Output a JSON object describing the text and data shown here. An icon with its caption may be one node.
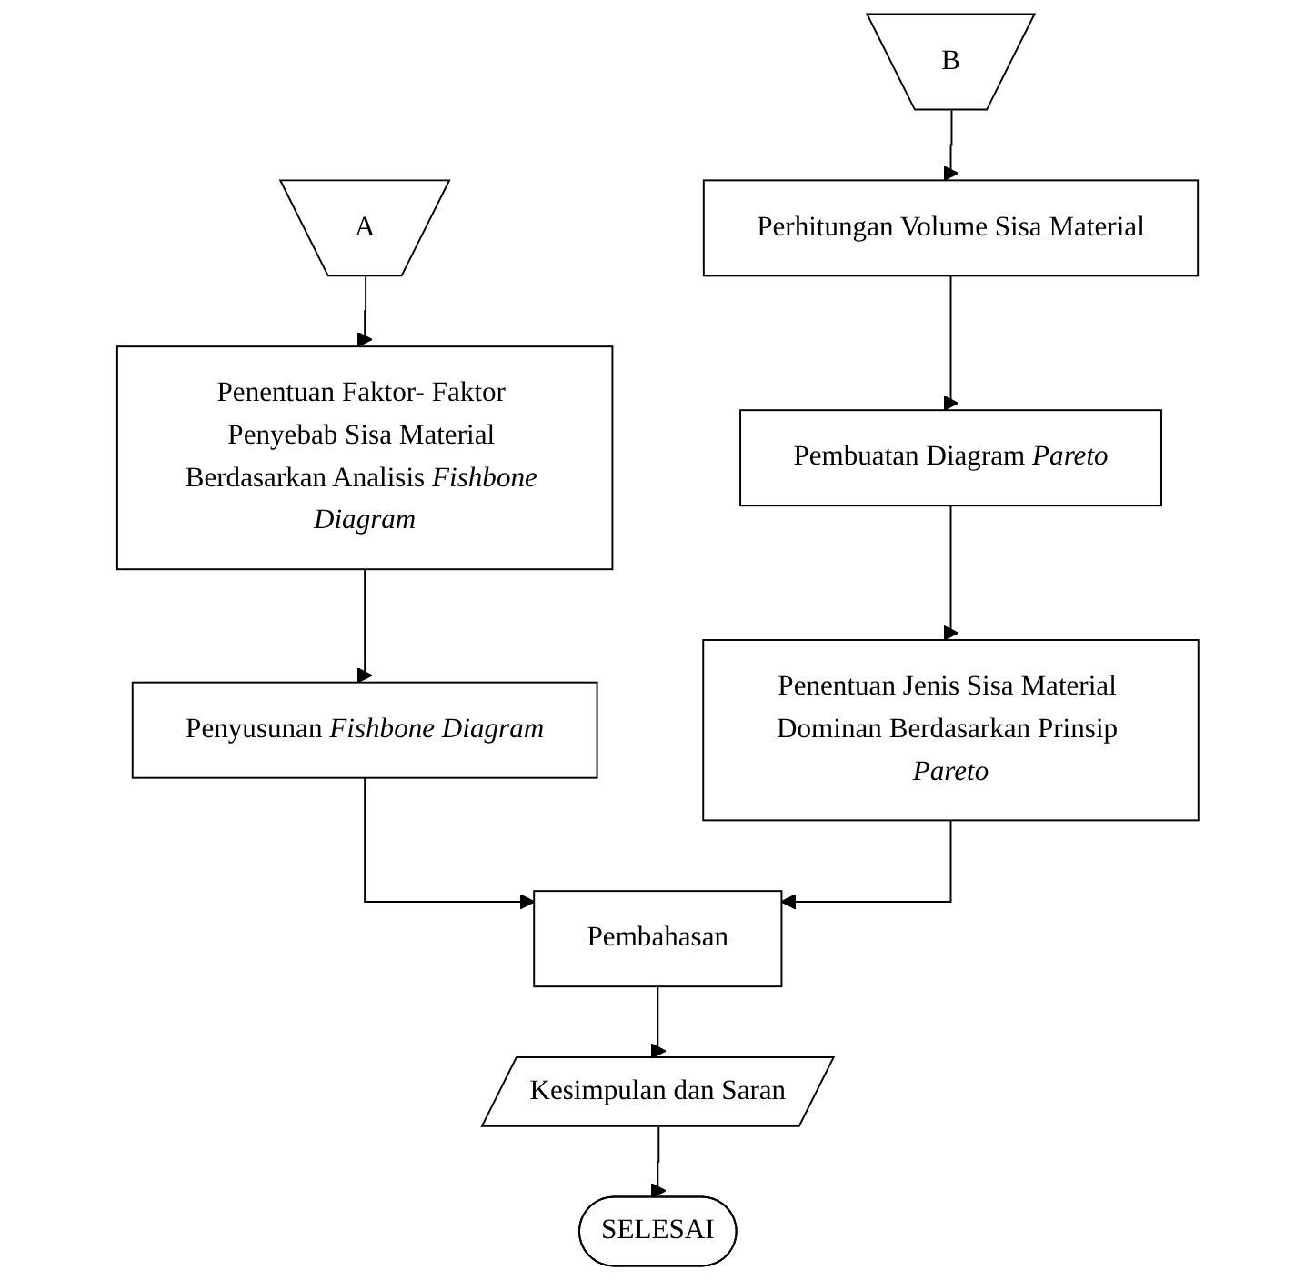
{
  "diagram": {
    "nodes": [
      {
        "text": [
          "A"
        ]
      },
      {
        "text": [
          "B"
        ]
      },
      {
        "text": [
          "Penentuan Faktor- Faktor Penyebab Sisa Material Berdasarkan Analisis *Fishbone Diagram*"
        ]
      },
      {
        "text": [
          "Perhitungan Volume Sisa Material"
        ]
      },
      {
        "text": [
          "Penyusunan *Fishbone Diagram*"
        ]
      },
      {
        "text": [
          "Pembuatan Diagram *Pareto*"
        ]
      },
      {
        "text": [
          "Penentuan Jenis Sisa Material Dominan Berdasarkan Prinsip *Pareto*"
        ]
      },
      {
        "text": [
          "Pembahasan"
        ]
      },
      {
        "text": [
          "Kesimpulan dan Saran"
        ]
      },
      {
        "text": [
          "SELESAI"
        ]
      }
    ],
    "edges": [
      {
        "from": 0,
        "to": 2,
        "arrow": "to"
      },
      {
        "from": 2,
        "to": 4,
        "arrow": "to"
      },
      {
        "from": 1,
        "to": 3,
        "arrow": "to"
      },
      {
        "from": 3,
        "to": 5,
        "arrow": "to"
      },
      {
        "from": 5,
        "to": 6,
        "arrow": "to"
      },
      {
        "from": 4,
        "to": 7,
        "arrow": "to"
      },
      {
        "from": 6,
        "to": 7,
        "arrow": "to"
      },
      {
        "from": 7,
        "to": 8,
        "arrow": "to"
      },
      {
        "from": 8,
        "to": 9,
        "arrow": "to"
      }
    ]
  }
}
